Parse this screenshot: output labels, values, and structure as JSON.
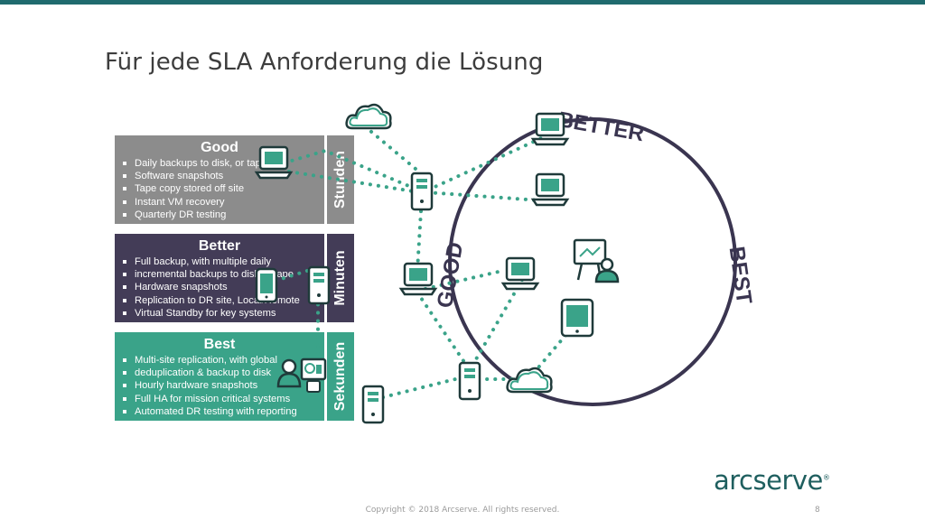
{
  "slide": {
    "title": "Für jede SLA Anforderung die Lösung",
    "footer": "Copyright © 2018 Arcserve. All rights reserved.",
    "page_number": "8",
    "logo": "arcserve",
    "logo_mark": "®"
  },
  "tiers": [
    {
      "name": "Good",
      "time": "Stunden",
      "color": "#8c8c8c",
      "bullets": [
        "Daily backups to disk, or tape",
        "Software snapshots",
        "Tape copy stored off site",
        "Instant VM recovery",
        "Quarterly DR testing"
      ]
    },
    {
      "name": "Better",
      "time": "Minuten",
      "color": "#433c57",
      "bullets": [
        "Full backup, with multiple daily",
        "incremental backups to disk or tape",
        "Hardware snapshots",
        "Replication to DR site, Local/Remote",
        "Virtual Standby for key systems"
      ]
    },
    {
      "name": "Best",
      "time": "Sekunden",
      "color": "#3aa389",
      "bullets": [
        "Multi-site replication, with global",
        "deduplication & backup to disk",
        "Hourly hardware snapshots",
        "Full HA for mission critical systems",
        "Automated DR testing with reporting"
      ]
    }
  ],
  "ring": {
    "labels": {
      "good": "GOOD",
      "better": "BETTER",
      "best": "BEST"
    },
    "ring_color": "#3a3550",
    "accent": "#3aa389"
  },
  "icons": [
    "cloud-icon",
    "laptop-icon",
    "server-icon",
    "tablet-icon",
    "presentation-icon",
    "user-icon",
    "dashboard-icon"
  ]
}
